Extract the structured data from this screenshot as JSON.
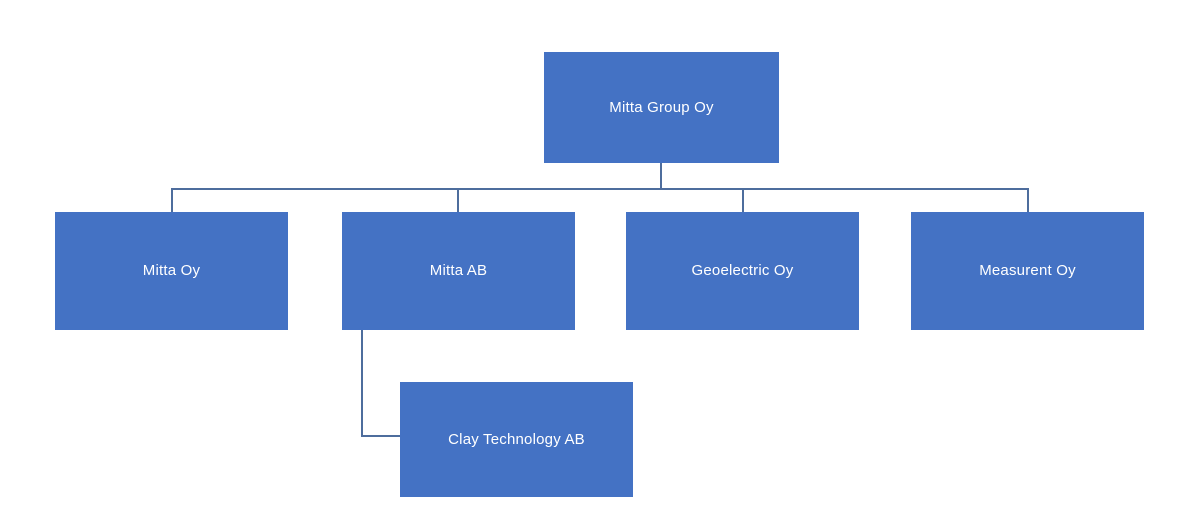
{
  "diagram": {
    "type": "org-chart",
    "colors": {
      "accent": "#4472C4",
      "connector": "#4e6d9d",
      "text": "#ffffff",
      "background": "#ffffff"
    },
    "nodes": [
      {
        "id": "mitta-group-oy",
        "label": "Mitta Group Oy",
        "parent": null
      },
      {
        "id": "mitta-oy",
        "label": "Mitta Oy",
        "parent": "mitta-group-oy"
      },
      {
        "id": "mitta-ab",
        "label": "Mitta AB",
        "parent": "mitta-group-oy"
      },
      {
        "id": "geoelectric-oy",
        "label": "Geoelectric Oy",
        "parent": "mitta-group-oy"
      },
      {
        "id": "measurent-oy",
        "label": "Measurent Oy",
        "parent": "mitta-group-oy"
      },
      {
        "id": "clay-technology-ab",
        "label": "Clay Technology AB",
        "parent": "mitta-ab"
      }
    ]
  }
}
